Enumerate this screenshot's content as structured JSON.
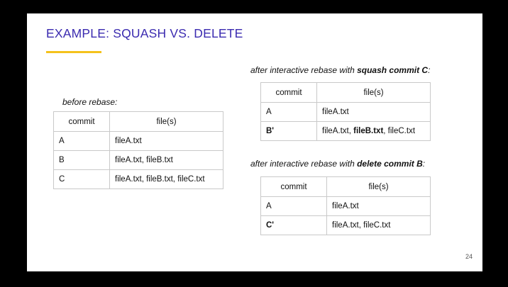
{
  "slide": {
    "title": "EXAMPLE: SQUASH VS. DELETE",
    "page_number": "24"
  },
  "before": {
    "caption": "before rebase:",
    "headers": [
      "commit",
      "file(s)"
    ],
    "rows": [
      [
        "A",
        "fileA.txt"
      ],
      [
        "B",
        "fileA.txt, fileB.txt"
      ],
      [
        "C",
        "fileA.txt, fileB.txt, fileC.txt"
      ]
    ]
  },
  "squash": {
    "caption_prefix": "after interactive rebase with ",
    "caption_bold": "squash commit C",
    "caption_suffix": ":",
    "headers": [
      "commit",
      "file(s)"
    ],
    "row1": [
      "A",
      "fileA.txt"
    ],
    "row2_commit": "B'",
    "row2_files_a": "fileA.txt, ",
    "row2_files_b": "fileB.txt",
    "row2_files_c": ", fileC.txt"
  },
  "delete": {
    "caption_prefix": "after interactive rebase with ",
    "caption_bold": "delete commit B",
    "caption_suffix": ":",
    "headers": [
      "commit",
      "file(s)"
    ],
    "row1": [
      "A",
      "fileA.txt"
    ],
    "row2_commit": "C'",
    "row2_files": "fileA.txt, fileC.txt"
  }
}
